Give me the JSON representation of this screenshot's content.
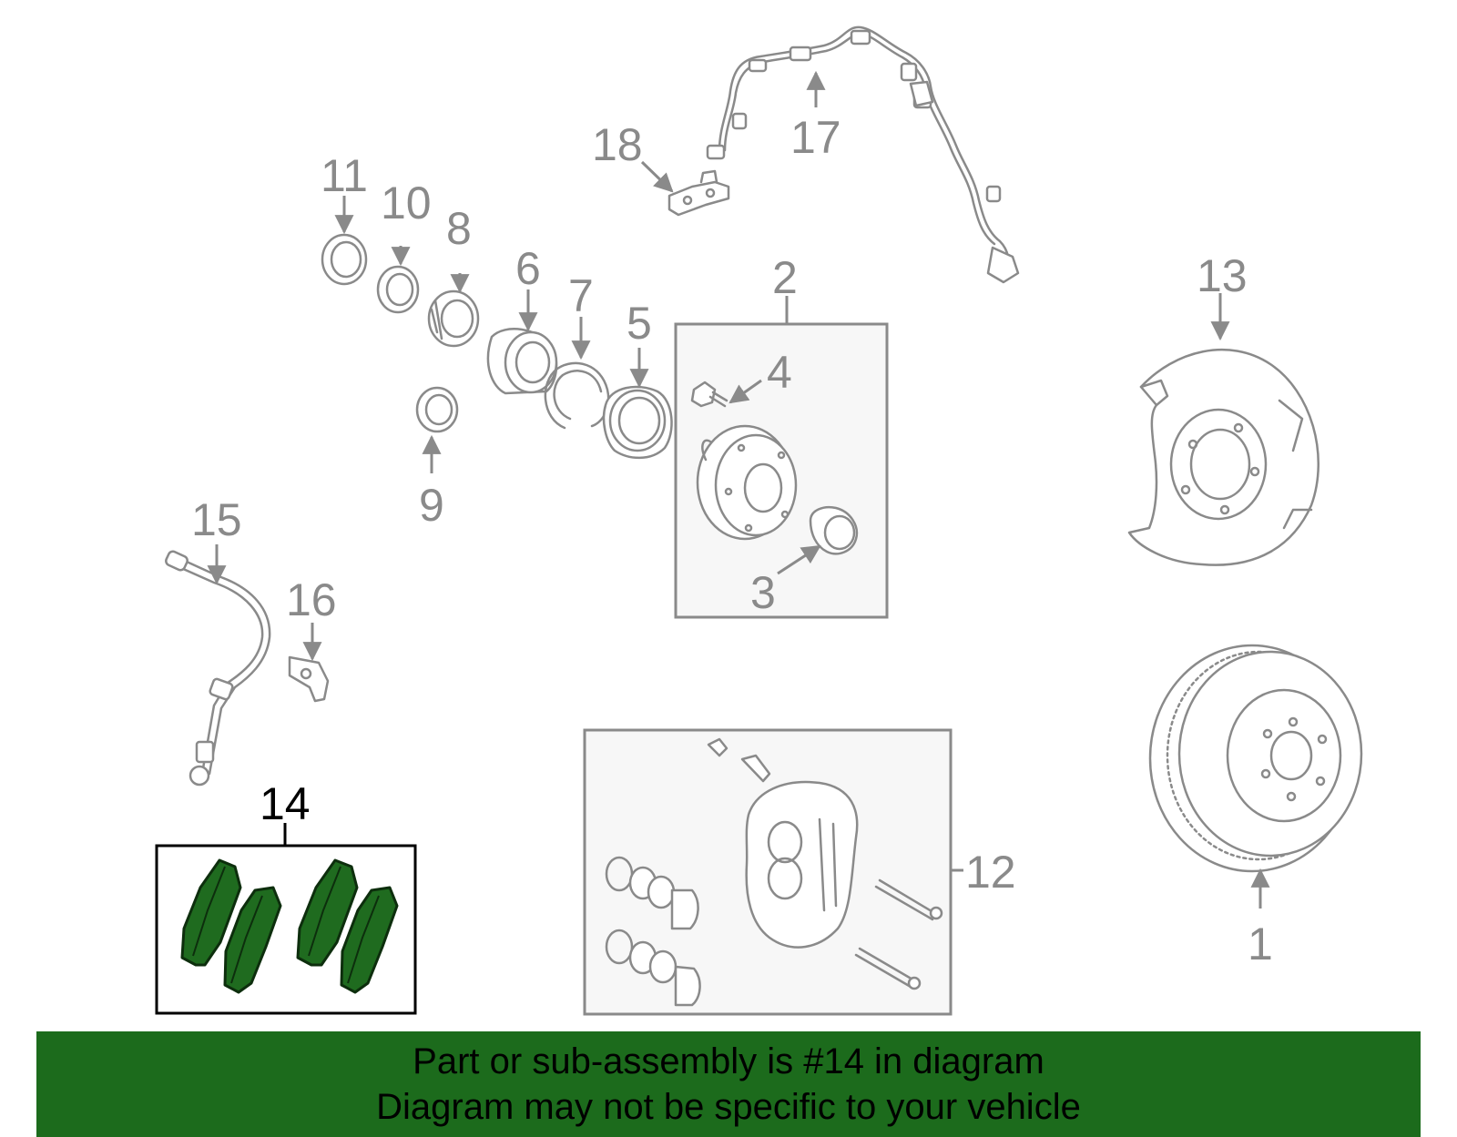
{
  "diagram": {
    "highlighted_part": "14",
    "callouts": [
      "1",
      "2",
      "3",
      "4",
      "5",
      "6",
      "7",
      "8",
      "9",
      "10",
      "11",
      "12",
      "13",
      "14",
      "15",
      "16",
      "17",
      "18"
    ]
  },
  "banner": {
    "line1": "Part or sub-assembly is #14 in diagram",
    "line2": "Diagram may not be specific to your vehicle",
    "color": "#1c6b1c"
  },
  "colors": {
    "part_stroke": "#8a8a8a",
    "highlight_fill": "#1f6b1f",
    "box_fill": "#f7f7f7"
  }
}
